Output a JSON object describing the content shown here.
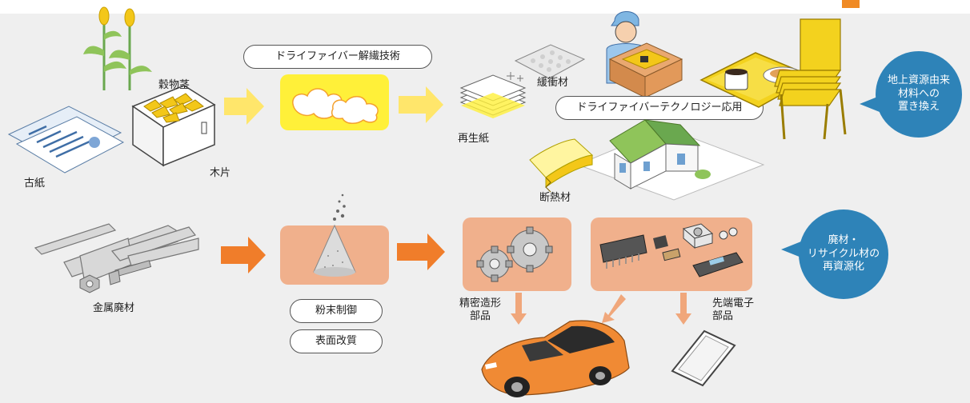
{
  "top_flow": {
    "process_label": "ドライファイバー解繊技術",
    "application_label": "ドライファイバーテクノロジー応用",
    "inputs": {
      "grain_stalk": "穀物茎",
      "waste_paper": "古紙",
      "wood_chips": "木片"
    },
    "outputs": {
      "cushioning": "緩衝材",
      "recycled_paper": "再生紙",
      "insulation": "断熱材"
    },
    "bubble": "地上資源由来\n材料への\n置き換え"
  },
  "bottom_flow": {
    "input": "金属廃材",
    "processes": [
      "粉末制御",
      "表面改質"
    ],
    "outputs": {
      "precision_parts": "精密造形\n部品",
      "electronic_parts": "先端電子\n部品"
    },
    "bubble": "廃材・\nリサイクル材の\n再資源化"
  },
  "colors": {
    "background": "#efefef",
    "yellow_arrow": "#ffe66b",
    "orange_arrow": "#f07d2a",
    "yellow_panel": "#fff039",
    "salmon_panel": "#f0b08c",
    "bubble": "#2e83b8",
    "accent": "#f08a24"
  }
}
